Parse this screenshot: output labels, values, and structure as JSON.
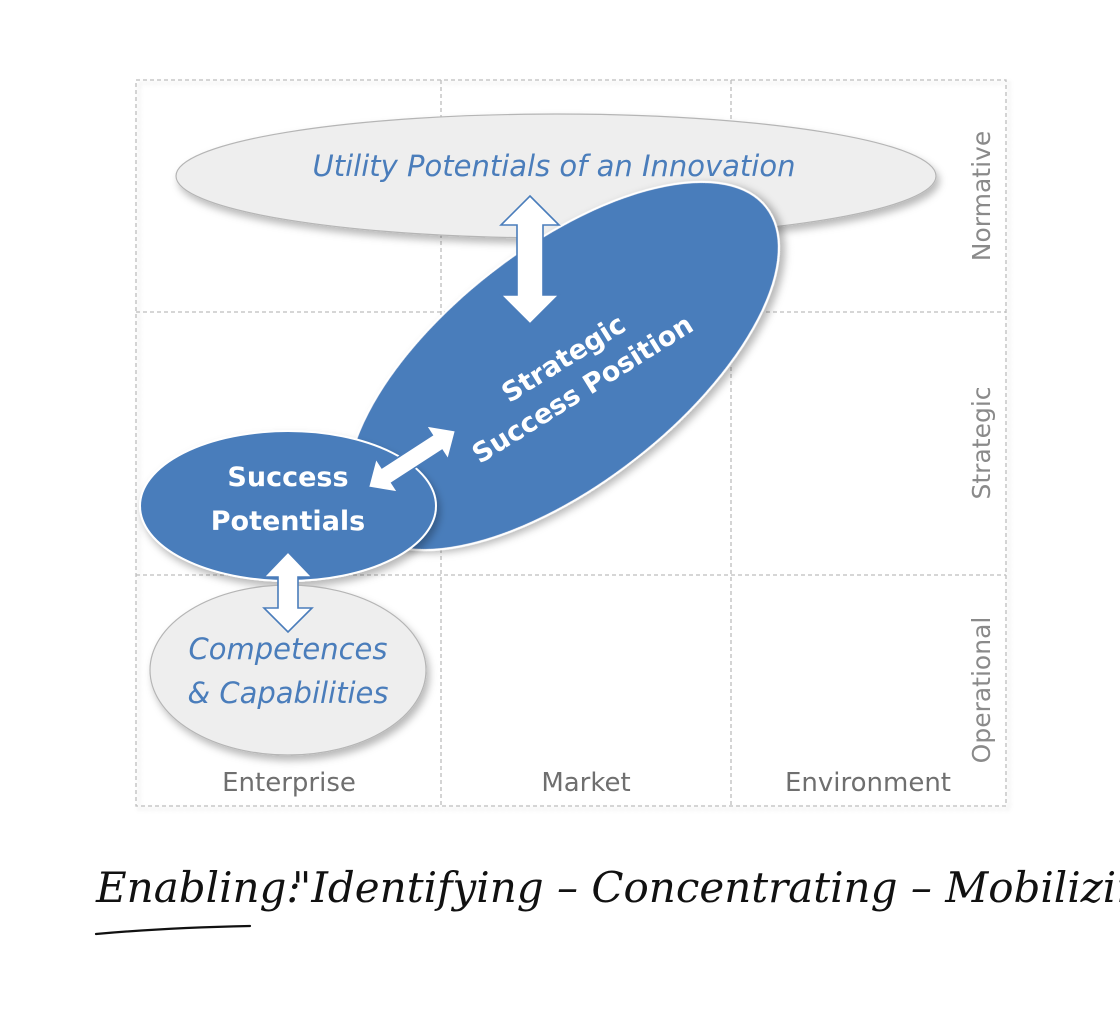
{
  "diagram": {
    "columns": [
      "Enterprise",
      "Market",
      "Environment"
    ],
    "rows": [
      "Normative",
      "Strategic",
      "Operational"
    ],
    "nodes": {
      "utility": "Utility Potentials of an Innovation",
      "strategic_line1": "Strategic",
      "strategic_line2": "Success Position",
      "success_line1": "Success",
      "success_line2": "Potentials",
      "competences_line1": "Competences",
      "competences_line2": "& Capabilities"
    },
    "colors": {
      "blue": "#4a7dbb",
      "grey": "#eeeeee",
      "grid": "#bdbdbd"
    }
  },
  "caption": {
    "keyword": "Enabling:",
    "text": "\"Identifying – Concentrating – Mobilizing\""
  }
}
